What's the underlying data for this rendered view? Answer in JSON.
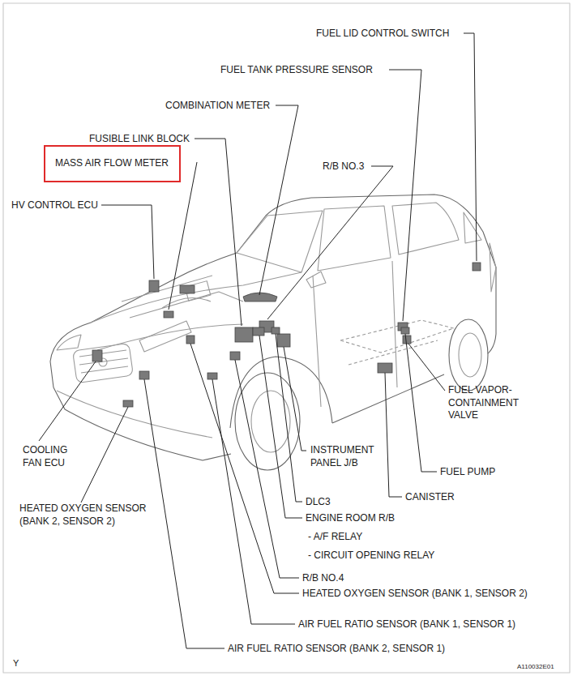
{
  "diagram": {
    "nodes": [
      {
        "text": [
          "MASS AIR FLOW METER"
        ]
      }
    ],
    "labels": [
      "FUEL LID CONTROL SWITCH",
      "FUEL TANK PRESSURE SENSOR",
      "COMBINATION METER",
      "FUSIBLE LINK BLOCK",
      "R/B NO.3",
      "HV CONTROL ECU",
      "FUEL VAPOR- CONTAINMENT VALVE",
      "COOLING FAN ECU",
      "INSTRUMENT PANEL J/B",
      "FUEL PUMP",
      "HEATED OXYGEN SENSOR (BANK 2, SENSOR 2)",
      "CANISTER",
      "DLC3",
      "ENGINE ROOM R/B",
      "- A/F RELAY",
      "- CIRCUIT OPENING RELAY",
      "R/B NO.4",
      "HEATED OXYGEN SENSOR (BANK 1, SENSOR 2)",
      "AIR FUEL RATIO SENSOR (BANK 1, SENSOR 1)",
      "AIR FUEL RATIO SENSOR (BANK 2, SENSOR 1)",
      "Y",
      "A110032E01"
    ]
  }
}
